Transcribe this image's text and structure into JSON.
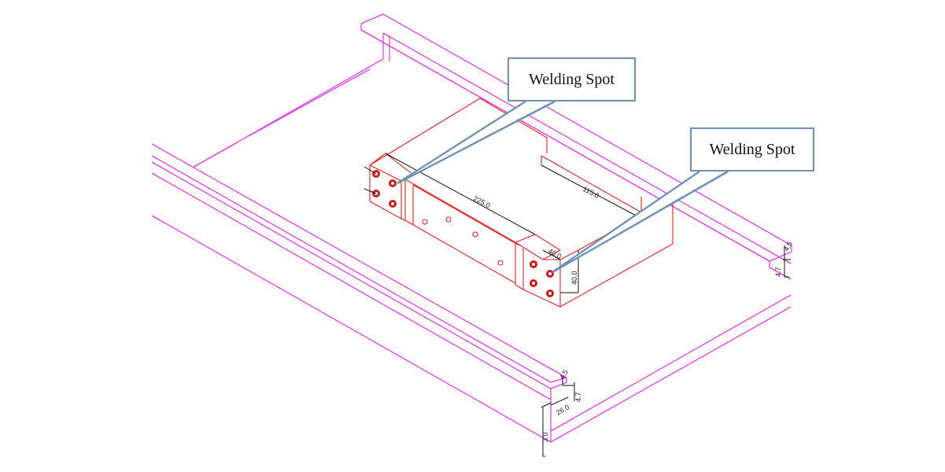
{
  "callouts": [
    {
      "label": "Welding Spot"
    },
    {
      "label": "Welding Spot"
    }
  ],
  "dimensions": {
    "length_225": "225.0",
    "length_115": "115.0",
    "block_width": "40.0",
    "block_height": "40.0",
    "profile_4_5": "4.5",
    "profile_4_7": "4.7",
    "profile_26": "26.0",
    "profile_3": "3.0",
    "right_4_7": "4.7",
    "right_4_5": "4.5"
  },
  "colors": {
    "frame": "#e040e8",
    "part": "#e02020",
    "weld": "#d01818",
    "dimension": "#111111",
    "callout_border": "#6b8fb5",
    "leader": "#6b8fb5"
  }
}
